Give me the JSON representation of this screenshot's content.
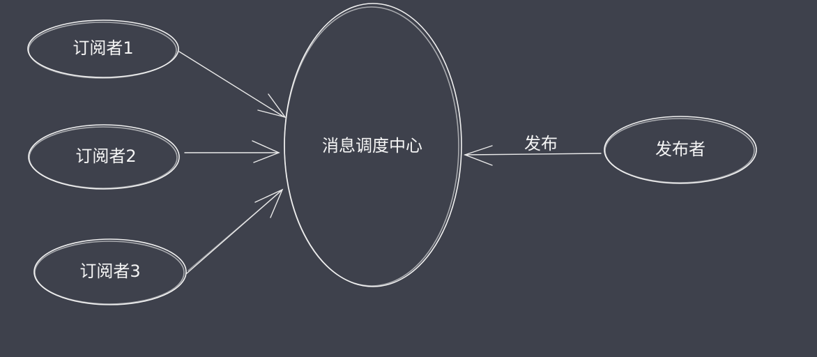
{
  "diagram": {
    "nodes": {
      "subscriber1": {
        "label": "订阅者1"
      },
      "subscriber2": {
        "label": "订阅者2"
      },
      "subscriber3": {
        "label": "订阅者3"
      },
      "center": {
        "label": "消息调度中心"
      },
      "publisher": {
        "label": "发布者"
      }
    },
    "edges": [
      {
        "from": "subscriber1",
        "to": "center",
        "label": ""
      },
      {
        "from": "subscriber2",
        "to": "center",
        "label": ""
      },
      {
        "from": "subscriber3",
        "to": "center",
        "label": ""
      },
      {
        "from": "publisher",
        "to": "center",
        "label": "发布"
      }
    ],
    "colors": {
      "background": "#3e414c",
      "stroke": "#f2f2f2"
    }
  }
}
